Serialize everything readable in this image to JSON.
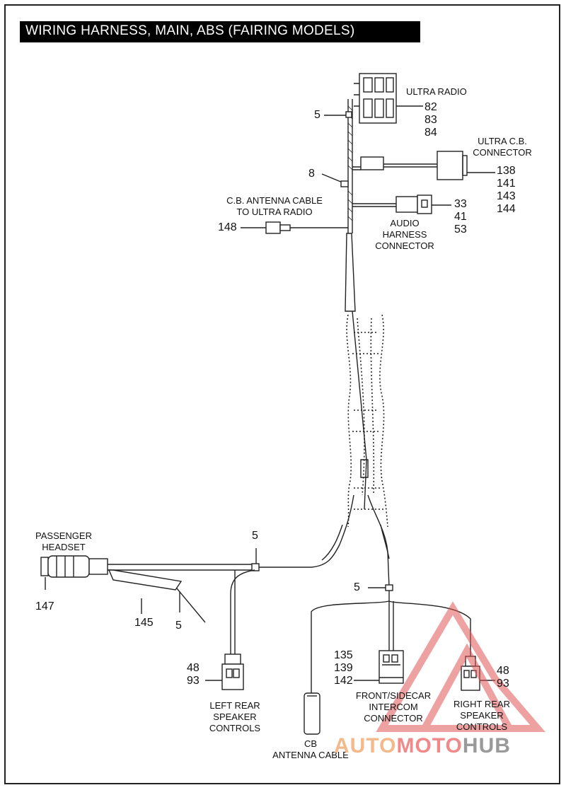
{
  "title": "WIRING HARNESS, MAIN, ABS (FAIRING MODELS)",
  "labels": {
    "ultra_radio": "ULTRA RADIO",
    "ultra_cb_1": "ULTRA C.B.",
    "ultra_cb_2": "CONNECTOR",
    "cb_ant_1": "C.B. ANTENNA CABLE",
    "cb_ant_2": "TO ULTRA RADIO",
    "audio_1": "AUDIO",
    "audio_2": "HARNESS",
    "audio_3": "CONNECTOR",
    "pass_1": "PASSENGER",
    "pass_2": "HEADSET",
    "left_1": "LEFT REAR",
    "left_2": "SPEAKER",
    "left_3": "CONTROLS",
    "front_1": "FRONT/SIDECAR",
    "front_2": "INTERCOM",
    "front_3": "CONNECTOR",
    "right_1": "RIGHT REAR",
    "right_2": "SPEAKER",
    "right_3": "CONTROLS",
    "cb_1": "CB",
    "cb_2": "ANTENNA CABLE"
  },
  "numbers": {
    "radio": [
      "82",
      "83",
      "84"
    ],
    "ultra_cb": [
      "138",
      "141",
      "143",
      "144"
    ],
    "audio": [
      "33",
      "41",
      "53"
    ],
    "front": [
      "135",
      "139",
      "142"
    ],
    "left": [
      "48",
      "93"
    ],
    "right": [
      "48",
      "93"
    ],
    "clip_top": "5",
    "clip_8": "8",
    "cb_ant": "148",
    "clip_mid": "5",
    "clip_right": "5",
    "headset": "147",
    "harness_145": "145",
    "clip_bottom": "5"
  },
  "watermark": {
    "part1": "AUTO",
    "part2": "MOTO",
    "part3": "HUB"
  },
  "colors": {
    "title_bg": "#000000",
    "title_fg": "#ffffff",
    "line": "#222222",
    "watermark": "#e05555"
  }
}
